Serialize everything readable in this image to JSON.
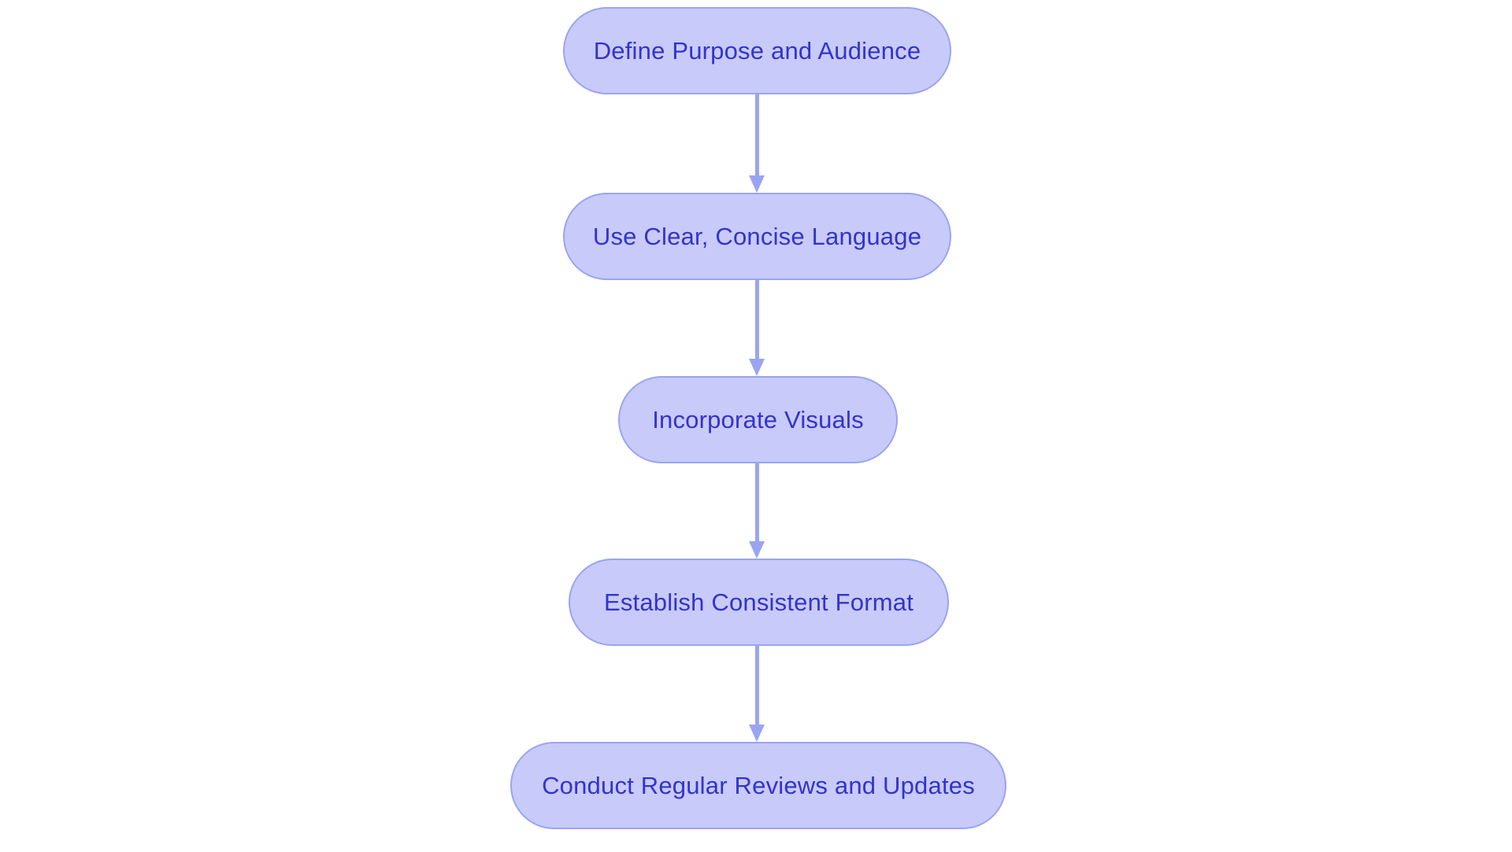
{
  "diagram": {
    "type": "flowchart",
    "orientation": "vertical",
    "background_color": "#ffffff",
    "node_fill_color": "#c8cafa",
    "node_border_color": "#9aa4f2",
    "node_text_color": "#3333cc",
    "connector_color": "#9aa4f2",
    "nodes": [
      {
        "id": "n0",
        "label": "Define Purpose and Audience",
        "shape": "rounded-pill"
      },
      {
        "id": "n1",
        "label": "Use Clear, Concise Language",
        "shape": "rounded-pill"
      },
      {
        "id": "n2",
        "label": "Incorporate Visuals",
        "shape": "rounded-pill"
      },
      {
        "id": "n3",
        "label": "Establish Consistent Format",
        "shape": "rounded-pill"
      },
      {
        "id": "n4",
        "label": "Conduct Regular Reviews and Updates",
        "shape": "rounded-pill"
      }
    ],
    "edges": [
      {
        "id": "e0",
        "from": "n0",
        "to": "n1",
        "label": "",
        "arrow": "down-arrow-icon"
      },
      {
        "id": "e1",
        "from": "n1",
        "to": "n2",
        "label": "",
        "arrow": "down-arrow-icon"
      },
      {
        "id": "e2",
        "from": "n2",
        "to": "n3",
        "label": "",
        "arrow": "down-arrow-icon"
      },
      {
        "id": "e3",
        "from": "n3",
        "to": "n4",
        "label": "",
        "arrow": "down-arrow-icon"
      }
    ]
  }
}
